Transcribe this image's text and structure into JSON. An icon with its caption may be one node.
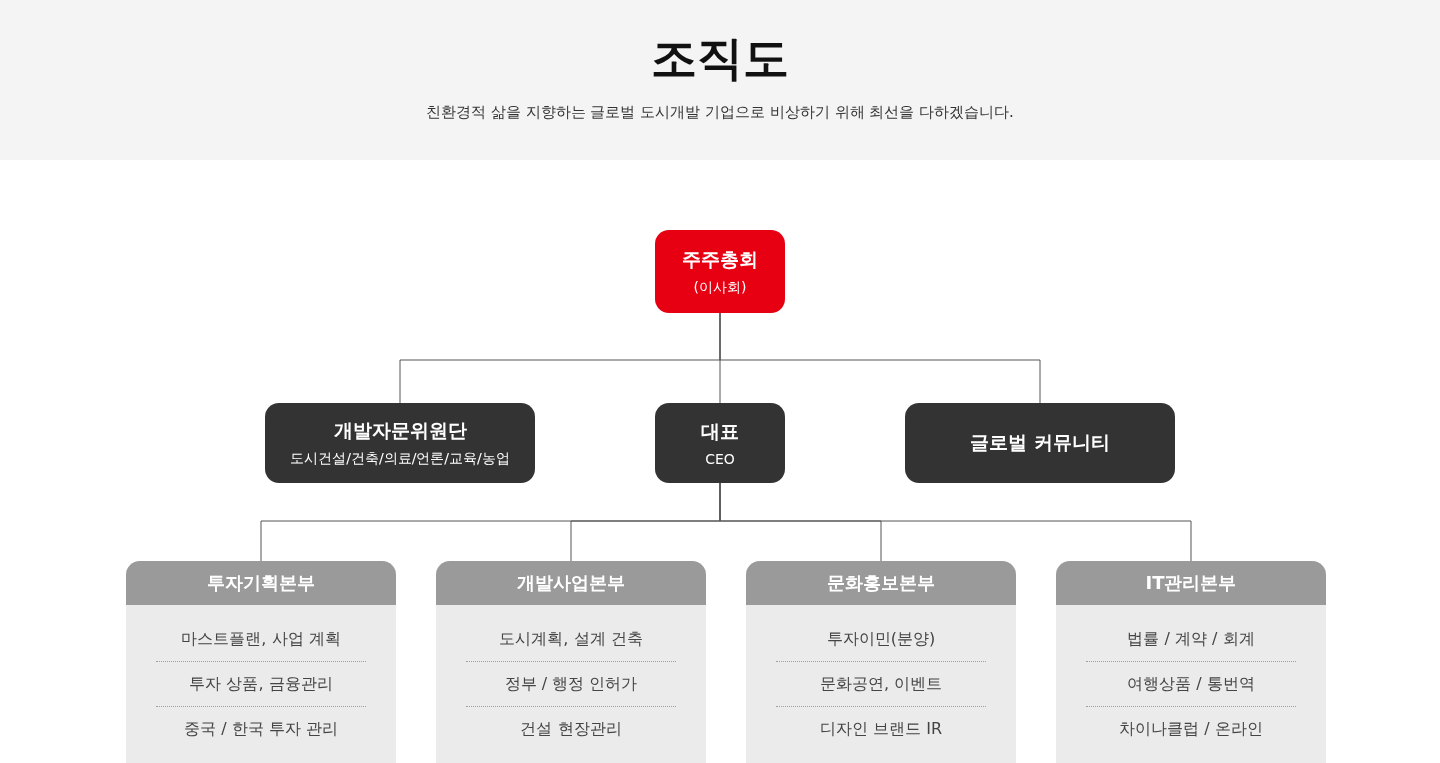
{
  "diagram": {
    "title": "조직도",
    "nodes": [
      {
        "text": [
          "주주총회",
          "(이사회)"
        ]
      },
      {
        "text": [
          "개발자문위원단",
          "도시건설/건축/의료/언론/교육/농업"
        ]
      },
      {
        "text": [
          "대표",
          "CEO"
        ]
      },
      {
        "text": [
          "글로벌 커뮤니티"
        ]
      },
      {
        "text": [
          "투자기획본부",
          "마스트플랜, 사업 계획",
          "투자 상품, 금융관리",
          "중국 / 한국 투자 관리"
        ]
      },
      {
        "text": [
          "개발사업본부",
          "도시계획, 설계 건축",
          "정부 / 행정 인허가",
          "건설 현장관리"
        ]
      },
      {
        "text": [
          "문화홍보본부",
          "투자이민(분양)",
          "문화공연, 이벤트",
          "디자인 브랜드 IR"
        ]
      },
      {
        "text": [
          "IT관리본부",
          "법률 / 계약 / 회계",
          "여행상품 / 통번역",
          "차이나클럽 / 온라인"
        ]
      }
    ],
    "edges": [
      {
        "from": 0,
        "to": 1,
        "arrow": "none"
      },
      {
        "from": 0,
        "to": 2,
        "arrow": "none"
      },
      {
        "from": 0,
        "to": 3,
        "arrow": "none"
      },
      {
        "from": 2,
        "to": 4,
        "arrow": "none"
      },
      {
        "from": 2,
        "to": 5,
        "arrow": "none"
      },
      {
        "from": 2,
        "to": 6,
        "arrow": "none"
      },
      {
        "from": 2,
        "to": 7,
        "arrow": "none"
      }
    ],
    "labels": [
      "친환경적 삶을 지향하는 글로벌 도시개발 기업으로 비상하기 위해 최선을 다하겠습니다."
    ]
  }
}
